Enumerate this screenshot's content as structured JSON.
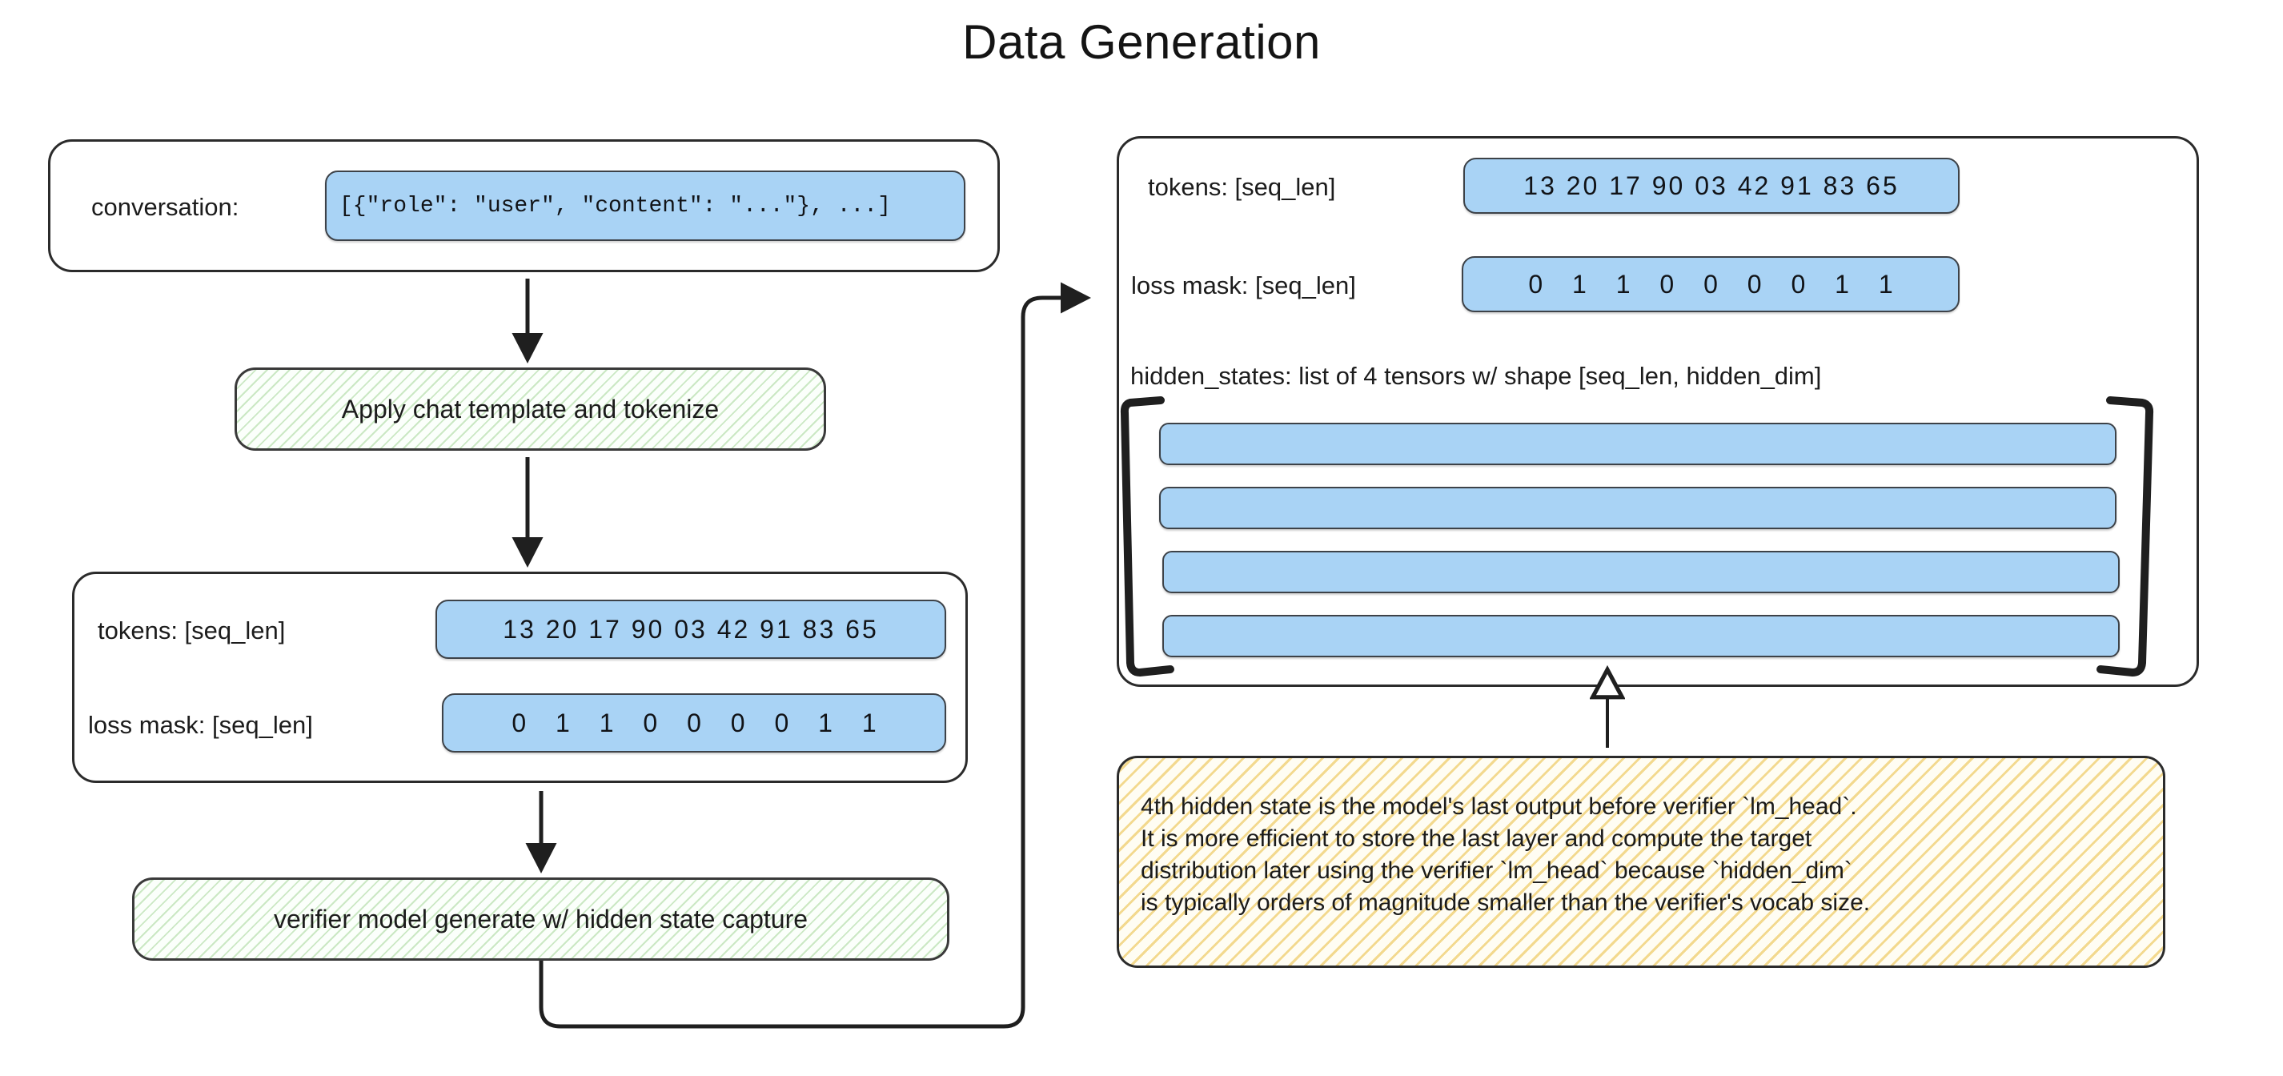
{
  "title": "Data Generation",
  "left_column": {
    "conversation_box": {
      "label": "conversation:",
      "value": "[{\"role\": \"user\", \"content\": \"...\"}, ...]"
    },
    "step_tokenize": "Apply chat template and tokenize",
    "tokens_box": {
      "tokens_label": "tokens: [seq_len]",
      "tokens_value": "13 20 17 90 03 42 91 83 65",
      "loss_mask_label": "loss mask: [seq_len]",
      "loss_mask_value": "0 1 1 0 0 0 0 1 1"
    },
    "step_generate": "verifier model generate w/ hidden state capture"
  },
  "right_column": {
    "output_box": {
      "tokens_label": "tokens: [seq_len]",
      "tokens_value": "13 20 17 90 03 42 91 83 65",
      "loss_mask_label": "loss mask: [seq_len]",
      "loss_mask_value": "0 1 1 0 0 0 0 1 1",
      "hidden_states_caption": "hidden_states: list of 4 tensors w/ shape [seq_len, hidden_dim]",
      "tensor_count": 4
    },
    "note": "4th hidden state is the model's last output before verifier `lm_head`.\nIt is more efficient to store the last layer and compute the target\ndistribution later using the verifier `lm_head` because `hidden_dim`\nis typically orders of magnitude smaller than the verifier's vocab size."
  },
  "colors": {
    "pill_fill": "#a9d3f5",
    "pill_stroke": "#3d4248",
    "node_stroke": "#2b2b2b",
    "hatch_green": "#cbe8c4",
    "hatch_yellow": "#f3d98e",
    "text": "#1c1c1c"
  }
}
